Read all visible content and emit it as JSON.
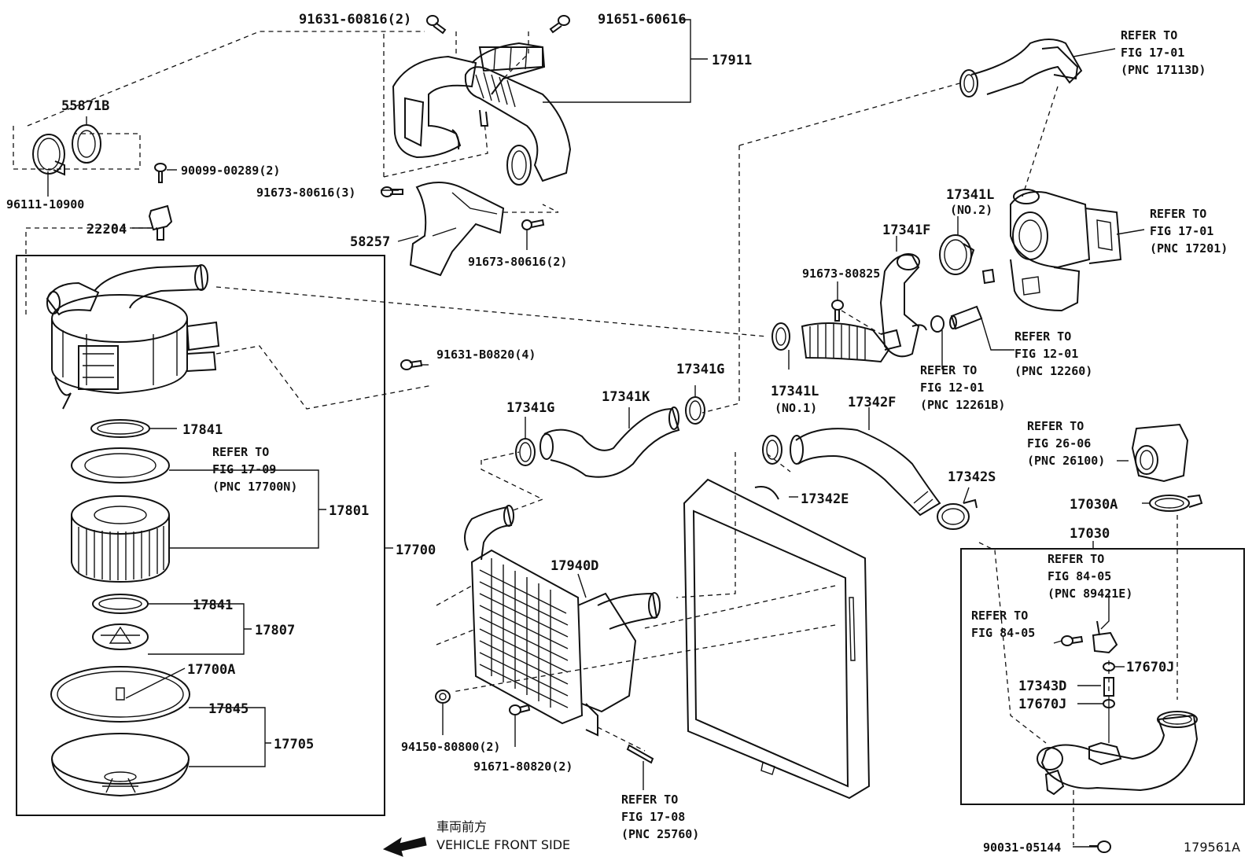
{
  "diagram": {
    "id_code": "179561A",
    "front_marker": {
      "japanese": "車両前方",
      "english": "VEHICLE FRONT SIDE"
    },
    "labels": {
      "p91631_60816": "91631-60816(2)",
      "p91651_60616": "91651-60616",
      "p17911": "17911",
      "p55871b": "55871B",
      "p90099": "90099-00289(2)",
      "p96111": "96111-10900",
      "p91673_3": "91673-80616(3)",
      "p22204": "22204",
      "p58257": "58257",
      "p91673_2": "91673-80616(2)",
      "p17841a": "17841",
      "p17801": "17801",
      "p17700": "17700",
      "p17841b": "17841",
      "p17807": "17807",
      "p17700a": "17700A",
      "p17845": "17845",
      "p17705": "17705",
      "p91631_b0820": "91631-B0820(4)",
      "p17341g_a": "17341G",
      "p17341k": "17341K",
      "p17341g_b": "17341G",
      "p17940d": "17940D",
      "p94150": "94150-80800(2)",
      "p91671": "91671-80820(2)",
      "p17341l1": "17341L",
      "p17341l1_no": "(NO.1)",
      "p17342f": "17342F",
      "p17342e": "17342E",
      "p17342s": "17342S",
      "p17341l2": "17341L",
      "p17341l2_no": "(NO.2)",
      "p17341f": "17341F",
      "p91673_80825": "91673-80825",
      "p17030a": "17030A",
      "p17030": "17030",
      "p17670j_a": "17670J",
      "p17343d": "17343D",
      "p17670j_b": "17670J",
      "p90031": "90031-05144"
    },
    "refer_blocks": {
      "r1709": {
        "line1": "REFER TO",
        "line2": "FIG 17-09",
        "line3": "(PNC 17700N)"
      },
      "r1701a": {
        "line1": "REFER TO",
        "line2": "FIG 17-01",
        "line3": "(PNC 17113D)"
      },
      "r1701b": {
        "line1": "REFER TO",
        "line2": "FIG 17-01",
        "line3": "(PNC 17201)"
      },
      "r1201a": {
        "line1": "REFER TO",
        "line2": "FIG 12-01",
        "line3": "(PNC 12260)"
      },
      "r1201b": {
        "line1": "REFER TO",
        "line2": "FIG 12-01",
        "line3": "(PNC 12261B)"
      },
      "r2606": {
        "line1": "REFER TO",
        "line2": "FIG 26-06",
        "line3": "(PNC 26100)"
      },
      "r8405a": {
        "line1": "REFER TO",
        "line2": "FIG 84-05",
        "line3": "(PNC 89421E)"
      },
      "r8405b": {
        "line1": "REFER TO",
        "line2": "FIG 84-05"
      },
      "r1708": {
        "line1": "REFER TO",
        "line2": "FIG 17-08",
        "line3": "(PNC 25760)"
      }
    }
  }
}
